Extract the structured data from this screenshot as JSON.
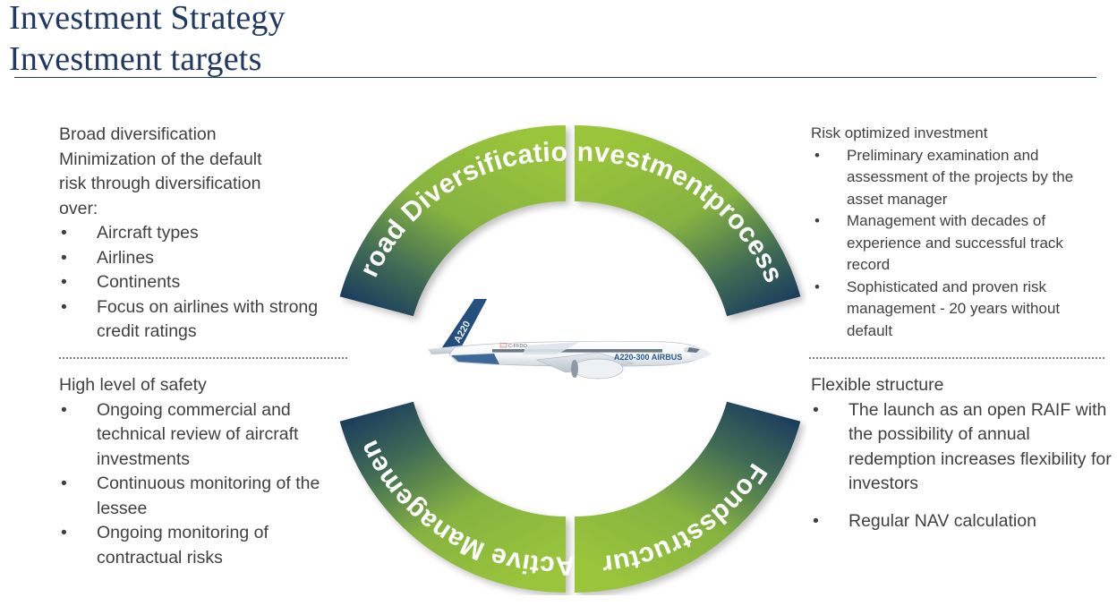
{
  "header": {
    "title_line1": "Investment Strategy",
    "title_line2": "Investment targets",
    "rule_color": "#1f3864",
    "title_color": "#1f3864"
  },
  "theme": {
    "green": "#97c22f",
    "navy": "#17375e",
    "text_gray": "#404040",
    "divider_gray": "#7f7f7f"
  },
  "diagram": {
    "type": "cycle-donut",
    "center_image": "airbus-a220-300-aircraft",
    "segments": [
      {
        "id": "broad-diversification",
        "label": "Broad Diversification",
        "position": "top-left",
        "gradient_from": "#97c22f",
        "gradient_to": "#17375e"
      },
      {
        "id": "investmentprocess",
        "label": "Investmentprocess",
        "position": "top-right",
        "gradient_from": "#97c22f",
        "gradient_to": "#17375e"
      },
      {
        "id": "active-management",
        "label": "Active Management",
        "position": "bottom-left",
        "gradient_from": "#17375e",
        "gradient_to": "#97c22f"
      },
      {
        "id": "fondsstructur",
        "label": "Fondsstructur",
        "position": "bottom-right",
        "gradient_from": "#17375e",
        "gradient_to": "#97c22f"
      }
    ]
  },
  "blocks": {
    "top_left": {
      "heading": "Broad diversification\nMinimization of the default\nrisk through diversification\nover:",
      "bullets": [
        "Aircraft types",
        "Airlines",
        "Continents",
        "Focus on airlines with strong credit ratings"
      ]
    },
    "bottom_left": {
      "heading": "High level of safety",
      "bullets": [
        "Ongoing commercial and technical review of aircraft investments",
        "Continuous monitoring of the lessee",
        "Ongoing monitoring of contractual risks"
      ]
    },
    "top_right": {
      "heading": "Risk optimized investment",
      "bullets": [
        "Preliminary examination and assessment of the projects by the asset manager",
        "Management with decades of experience and successful track record",
        "Sophisticated and proven risk management - 20 years without default"
      ]
    },
    "bottom_right": {
      "heading": "Flexible structure",
      "bullets": [
        "The launch as an open RAIF with the possibility of annual redemption increases flexibility for investors",
        "Regular NAV calculation"
      ]
    }
  },
  "bullet_glyph": "•",
  "aircraft": {
    "tail_text": "A220",
    "body_text": "A220-300 AIRBUS",
    "reg_text": "C-FFDO"
  }
}
